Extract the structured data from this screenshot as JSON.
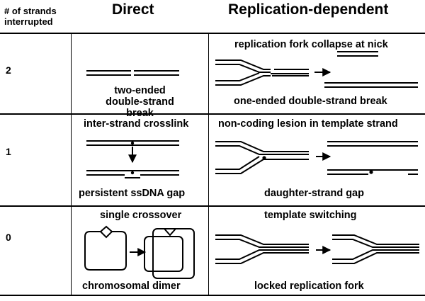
{
  "header": {
    "strands_label": "# of strands interrupted",
    "direct": "Direct",
    "replication": "Replication-dependent"
  },
  "rows": [
    {
      "count": "2",
      "direct_bottom": "two-ended double-strand break",
      "rep_top": "replication fork collapse at nick",
      "rep_bottom": "one-ended double-strand break"
    },
    {
      "count": "1",
      "direct_top": "inter-strand crosslink",
      "direct_bottom": "persistent ssDNA gap",
      "rep_top": "non-coding lesion in template strand",
      "rep_bottom": "daughter-strand gap"
    },
    {
      "count": "0",
      "direct_top": "single crossover",
      "direct_bottom": "chromosomal dimer",
      "rep_top": "template switching",
      "rep_bottom": "locked replication fork"
    }
  ]
}
